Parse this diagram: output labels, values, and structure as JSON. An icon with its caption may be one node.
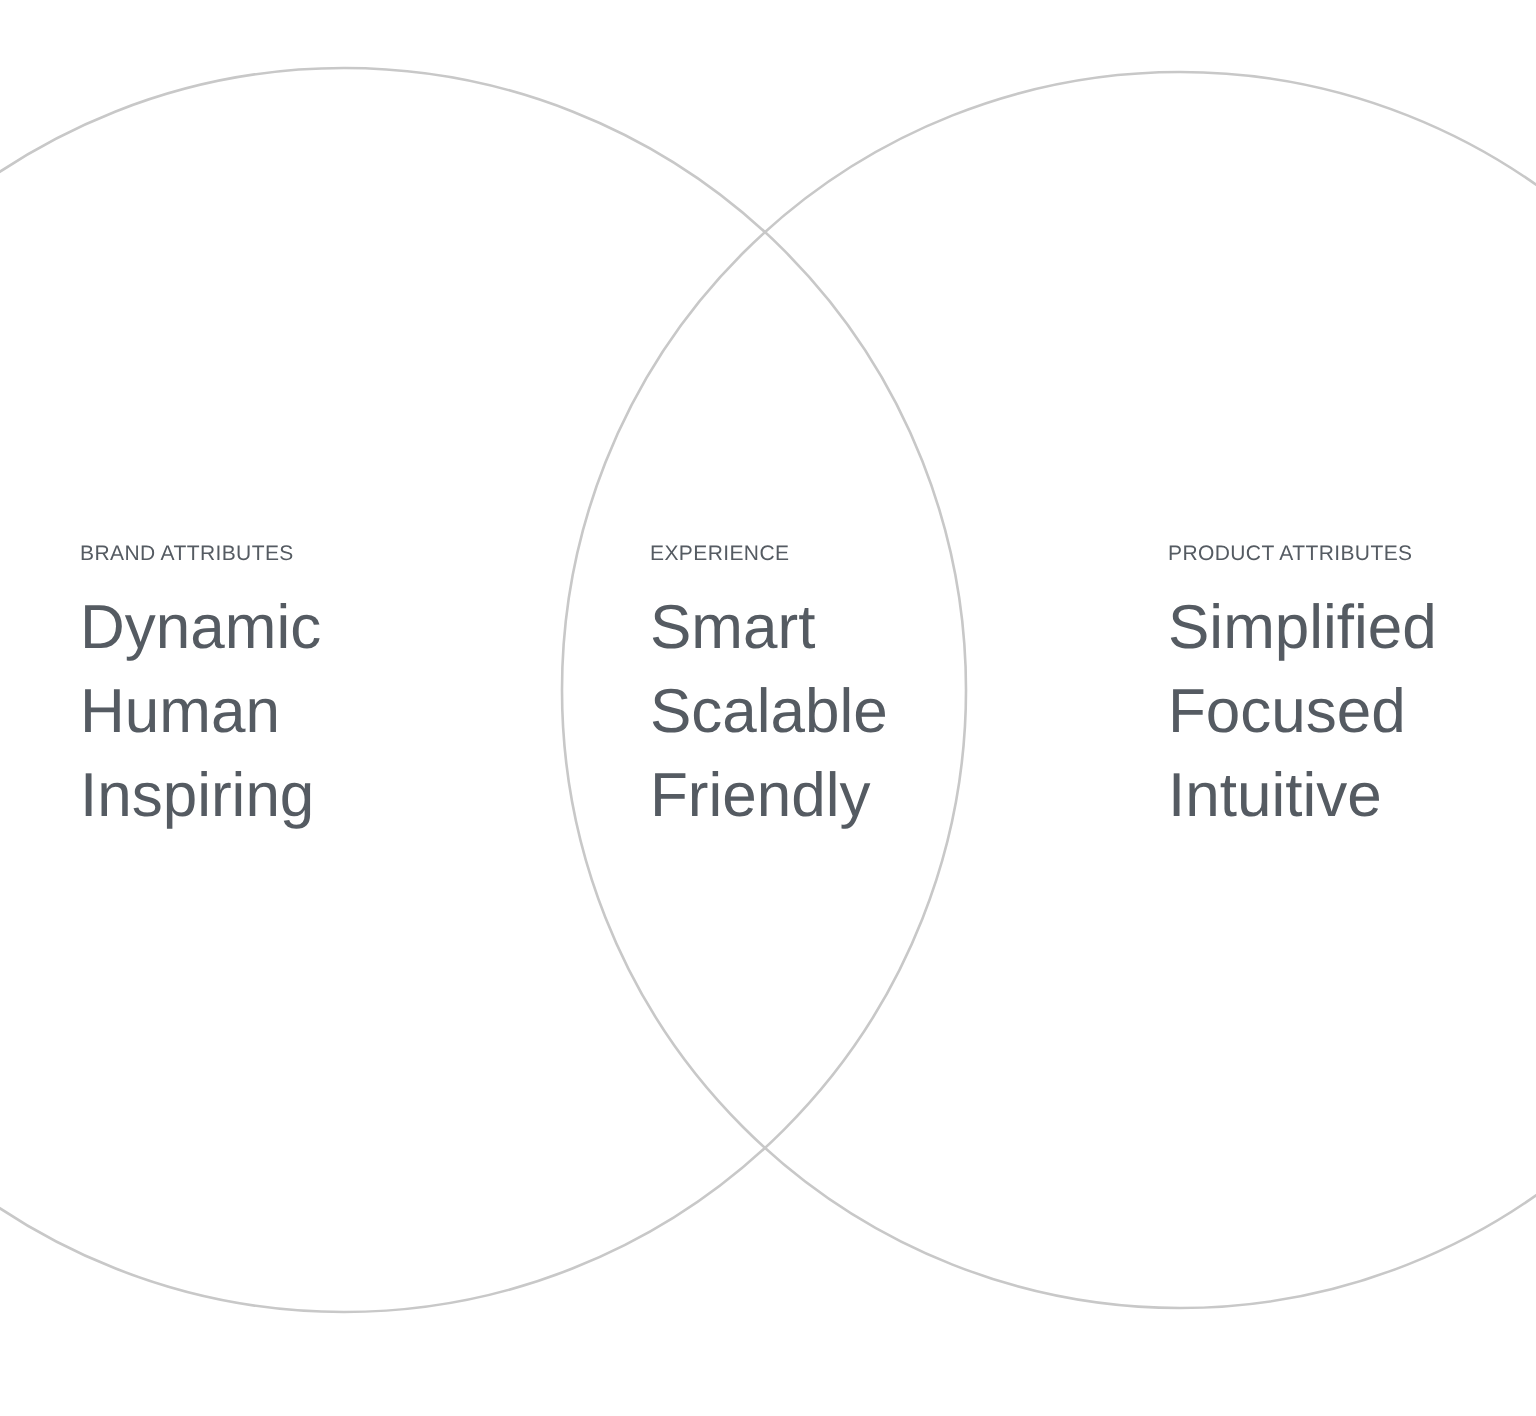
{
  "diagram": {
    "nodes": [
      {
        "text": [
          "BRAND ATTRIBUTES",
          "Dynamic Human Inspiring"
        ]
      },
      {
        "text": [
          "EXPERIENCE",
          "Smart Scalable Friendly"
        ]
      },
      {
        "text": [
          "PRODUCT ATTRIBUTES",
          "Simplified Focused Intuitive"
        ]
      }
    ]
  }
}
